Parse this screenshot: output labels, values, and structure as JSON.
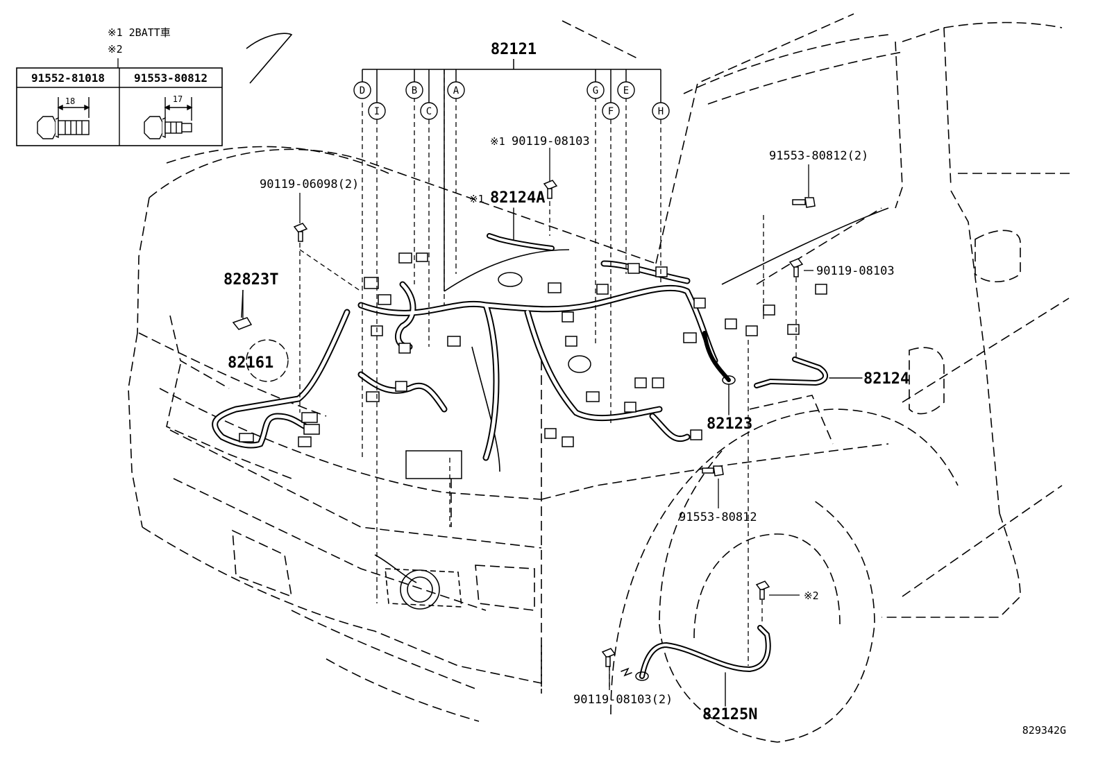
{
  "legend": {
    "note1": "※1 2BATT車",
    "note2": "※2",
    "col1_part": "91552-81018",
    "col2_part": "91553-80812",
    "col1_dim": "18",
    "col2_dim": "17"
  },
  "parts": {
    "p82121": "82121",
    "p82124A": "82124A",
    "p82124A_mark": "※1",
    "p90119_08103_top": "90119-08103",
    "p90119_08103_top_mark": "※1",
    "p90119_06098": "90119-06098(2)",
    "p91553_80812_2": "91553-80812(2)",
    "p90119_08103_right": "90119-08103",
    "p82823T": "82823T",
    "p82161": "82161",
    "p82124": "82124",
    "p82123": "82123",
    "p91553_80812_mid": "91553-80812",
    "p_mark2": "※2",
    "p90119_08103_2": "90119-08103(2)",
    "p82125N": "82125N"
  },
  "callouts": {
    "A": "A",
    "B": "B",
    "C": "C",
    "D": "D",
    "E": "E",
    "F": "F",
    "G": "G",
    "H": "H",
    "I": "I"
  },
  "image_code": "829342G"
}
